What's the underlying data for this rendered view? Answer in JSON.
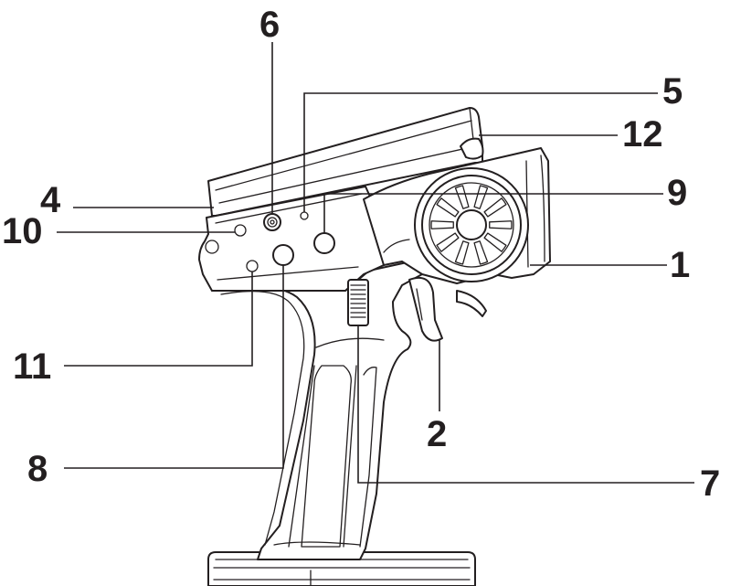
{
  "callouts": [
    {
      "id": "1",
      "label": "1"
    },
    {
      "id": "2",
      "label": "2"
    },
    {
      "id": "4",
      "label": "4"
    },
    {
      "id": "5",
      "label": "5"
    },
    {
      "id": "6",
      "label": "6"
    },
    {
      "id": "7",
      "label": "7"
    },
    {
      "id": "8",
      "label": "8"
    },
    {
      "id": "9",
      "label": "9"
    },
    {
      "id": "10",
      "label": "10"
    },
    {
      "id": "11",
      "label": "11"
    },
    {
      "id": "12",
      "label": "12"
    }
  ],
  "colors": {
    "ink": "#231f20",
    "background": "#ffffff"
  }
}
